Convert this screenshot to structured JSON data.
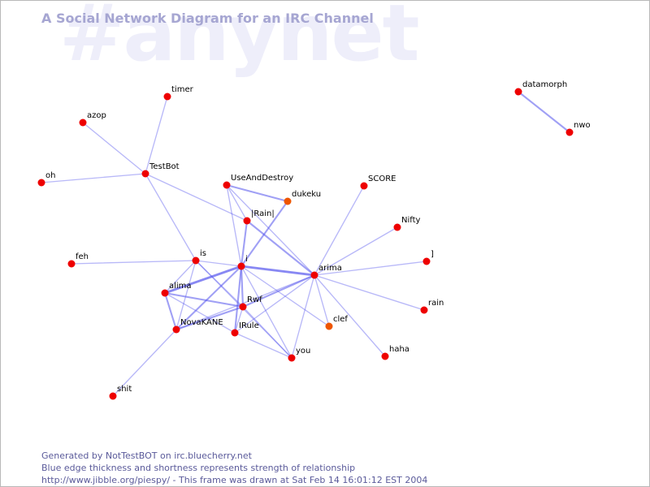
{
  "title": "A Social Network Diagram for an IRC Channel",
  "channel_watermark": "#anynet",
  "footer": {
    "line1": "Generated by NotTestBOT on irc.bluecherry.net",
    "line2": "Blue edge thickness and shortness represents strength of relationship",
    "line3": "http://www.jibble.org/piespy/ - This frame was drawn at Sat Feb 14 16:01:12 EST 2004"
  },
  "colors": {
    "node_default": "#ee0000",
    "node_recent": "#ee5500",
    "edge": "#5555ee",
    "title": "#a6a6d2",
    "watermark": "#eeeefa",
    "footer": "#5a5a9a"
  },
  "nodes": [
    {
      "id": "timer",
      "label": "timer"
    },
    {
      "id": "azop",
      "label": "azop"
    },
    {
      "id": "TestBot",
      "label": "TestBot"
    },
    {
      "id": "oh",
      "label": "oh"
    },
    {
      "id": "datamorph",
      "label": "datamorph"
    },
    {
      "id": "nwo",
      "label": "nwo"
    },
    {
      "id": "UseAndDestroy",
      "label": "UseAndDestroy"
    },
    {
      "id": "dukeku",
      "label": "dukeku",
      "recent": true
    },
    {
      "id": "Rain",
      "label": "|Rain|"
    },
    {
      "id": "SCORE",
      "label": "SCORE"
    },
    {
      "id": "Nifty",
      "label": "Nifty"
    },
    {
      "id": "bracket",
      "label": "]"
    },
    {
      "id": "feh",
      "label": "feh"
    },
    {
      "id": "is",
      "label": "is"
    },
    {
      "id": "i",
      "label": "i"
    },
    {
      "id": "arima",
      "label": "arima"
    },
    {
      "id": "alima",
      "label": "alima"
    },
    {
      "id": "Rwf",
      "label": "Rwf"
    },
    {
      "id": "rain",
      "label": "rain"
    },
    {
      "id": "NovaKANE",
      "label": "NovaKANE"
    },
    {
      "id": "IRule",
      "label": "IRule"
    },
    {
      "id": "clef",
      "label": "clef",
      "recent": true
    },
    {
      "id": "haha",
      "label": "haha"
    },
    {
      "id": "you",
      "label": "you"
    },
    {
      "id": "shit",
      "label": "shit"
    }
  ],
  "edges": [
    {
      "source": "timer",
      "target": "TestBot",
      "weight": 1
    },
    {
      "source": "azop",
      "target": "TestBot",
      "weight": 1
    },
    {
      "source": "oh",
      "target": "TestBot",
      "weight": 1
    },
    {
      "source": "TestBot",
      "target": "Rain",
      "weight": 1
    },
    {
      "source": "TestBot",
      "target": "is",
      "weight": 1
    },
    {
      "source": "datamorph",
      "target": "nwo",
      "weight": 2
    },
    {
      "source": "UseAndDestroy",
      "target": "dukeku",
      "weight": 2
    },
    {
      "source": "UseAndDestroy",
      "target": "Rain",
      "weight": 1
    },
    {
      "source": "UseAndDestroy",
      "target": "i",
      "weight": 1
    },
    {
      "source": "UseAndDestroy",
      "target": "arima",
      "weight": 1
    },
    {
      "source": "dukeku",
      "target": "i",
      "weight": 2
    },
    {
      "source": "Rain",
      "target": "i",
      "weight": 2
    },
    {
      "source": "Rain",
      "target": "arima",
      "weight": 2
    },
    {
      "source": "SCORE",
      "target": "arima",
      "weight": 1
    },
    {
      "source": "Nifty",
      "target": "arima",
      "weight": 1
    },
    {
      "source": "bracket",
      "target": "arima",
      "weight": 1
    },
    {
      "source": "rain",
      "target": "arima",
      "weight": 1
    },
    {
      "source": "haha",
      "target": "arima",
      "weight": 1
    },
    {
      "source": "clef",
      "target": "arima",
      "weight": 1
    },
    {
      "source": "you",
      "target": "arima",
      "weight": 1
    },
    {
      "source": "feh",
      "target": "is",
      "weight": 1
    },
    {
      "source": "is",
      "target": "i",
      "weight": 1
    },
    {
      "source": "is",
      "target": "Rwf",
      "weight": 1
    },
    {
      "source": "is",
      "target": "NovaKANE",
      "weight": 1
    },
    {
      "source": "is",
      "target": "you",
      "weight": 1
    },
    {
      "source": "is",
      "target": "alima",
      "weight": 1
    },
    {
      "source": "i",
      "target": "arima",
      "weight": 3
    },
    {
      "source": "i",
      "target": "alima",
      "weight": 3
    },
    {
      "source": "i",
      "target": "Rwf",
      "weight": 2
    },
    {
      "source": "i",
      "target": "NovaKANE",
      "weight": 2
    },
    {
      "source": "i",
      "target": "IRule",
      "weight": 2
    },
    {
      "source": "i",
      "target": "clef",
      "weight": 1
    },
    {
      "source": "i",
      "target": "you",
      "weight": 1
    },
    {
      "source": "arima",
      "target": "Rwf",
      "weight": 2
    },
    {
      "source": "arima",
      "target": "IRule",
      "weight": 1
    },
    {
      "source": "arima",
      "target": "NovaKANE",
      "weight": 1
    },
    {
      "source": "alima",
      "target": "Rwf",
      "weight": 2
    },
    {
      "source": "alima",
      "target": "NovaKANE",
      "weight": 2
    },
    {
      "source": "alima",
      "target": "IRule",
      "weight": 1
    },
    {
      "source": "Rwf",
      "target": "NovaKANE",
      "weight": 2
    },
    {
      "source": "Rwf",
      "target": "IRule",
      "weight": 1
    },
    {
      "source": "Rwf",
      "target": "you",
      "weight": 1
    },
    {
      "source": "IRule",
      "target": "you",
      "weight": 1
    },
    {
      "source": "NovaKANE",
      "target": "shit",
      "weight": 1
    }
  ]
}
